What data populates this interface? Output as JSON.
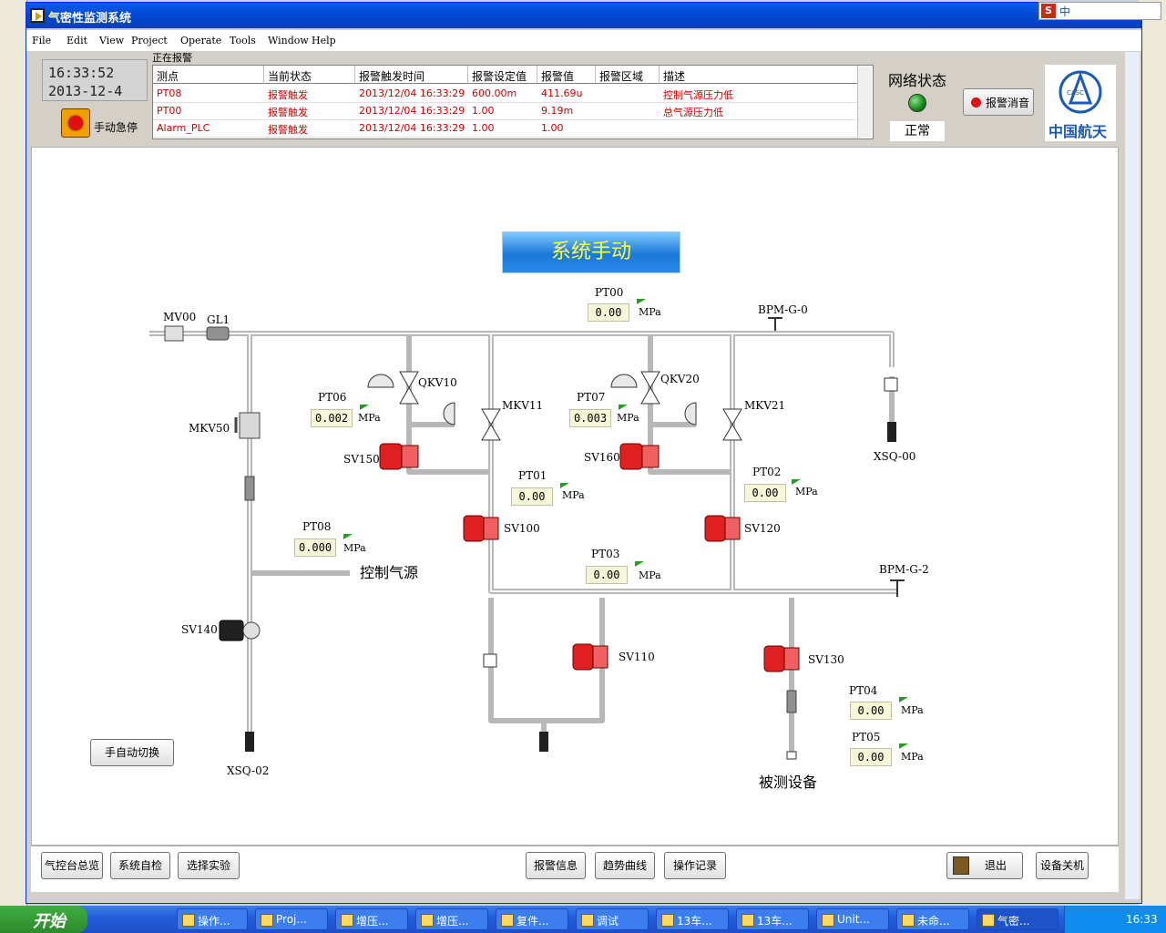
{
  "window": {
    "title": "气密性监测系统"
  },
  "ime": {
    "lang": "中",
    "s_label": "S"
  },
  "menu": [
    "File",
    "Edit",
    "View",
    "Project",
    "Operate",
    "Tools",
    "Window",
    "Help"
  ],
  "clock": {
    "time": "16:33:52",
    "date": "2013-12-4"
  },
  "estop": {
    "label": "手动急停"
  },
  "alarms": {
    "title": "正在报警",
    "columns": [
      "测点",
      "当前状态",
      "报警触发时间",
      "报警设定值",
      "报警值",
      "报警区域",
      "描述"
    ],
    "rows": [
      [
        "PT08",
        "报警触发",
        "2013/12/04 16:33:29",
        "600.00m",
        "411.69u",
        "",
        "控制气源压力低"
      ],
      [
        "PT00",
        "报警触发",
        "2013/12/04 16:33:29",
        "1.00",
        "9.19m",
        "",
        "总气源压力低"
      ],
      [
        "Alarm_PLC",
        "报警触发",
        "2013/12/04 16:33:29",
        "1.00",
        "1.00",
        "",
        ""
      ]
    ]
  },
  "network": {
    "title": "网络状态",
    "status": "正常",
    "led_color": "#1a9a1a"
  },
  "silence_button": {
    "label": "报警消音"
  },
  "logo": {
    "text": "中国航天",
    "mark": "CASC"
  },
  "diagram": {
    "title": "系统手动",
    "valves": {
      "MV00": "MV00",
      "GL1": "GL1",
      "MKV50": "MKV50",
      "QKV10": "QKV10",
      "QKV20": "QKV20",
      "MKV11": "MKV11",
      "MKV21": "MKV21",
      "SV150": "SV150",
      "SV160": "SV160",
      "SV100": "SV100",
      "SV120": "SV120",
      "SV140": "SV140",
      "SV110": "SV110",
      "SV130": "SV130",
      "BPM0": "BPM-G-0",
      "BPM2": "BPM-G-2",
      "XSQ00": "XSQ-00",
      "XSQ02": "XSQ-02"
    },
    "sensors": [
      {
        "id": "PT00",
        "value": "0.00",
        "unit": "MPa"
      },
      {
        "id": "PT06",
        "value": "0.002",
        "unit": "MPa"
      },
      {
        "id": "PT07",
        "value": "0.003",
        "unit": "MPa"
      },
      {
        "id": "PT01",
        "value": "0.00",
        "unit": "MPa"
      },
      {
        "id": "PT02",
        "value": "0.00",
        "unit": "MPa"
      },
      {
        "id": "PT08",
        "value": "0.000",
        "unit": "MPa"
      },
      {
        "id": "PT03",
        "value": "0.00",
        "unit": "MPa"
      },
      {
        "id": "PT04",
        "value": "0.00",
        "unit": "MPa"
      },
      {
        "id": "PT05",
        "value": "0.00",
        "unit": "MPa"
      }
    ],
    "control_source_label": "控制气源",
    "device_under_test_label": "被测设备"
  },
  "buttons": {
    "manual_auto": "手自动切换",
    "overview": "气控台总览",
    "self_check": "系统自检",
    "select_test": "选择实验",
    "alarm_info": "报警信息",
    "trend": "趋势曲线",
    "op_log": "操作记录",
    "exit": "退出",
    "shutdown": "设备关机"
  },
  "taskbar": {
    "start": "开始",
    "tasks": [
      "操作...",
      "Proj...",
      "增压...",
      "增压...",
      "复件...",
      "调试",
      "13车...",
      "13车...",
      "Unit...",
      "未命...",
      "气密..."
    ],
    "clock": "16:33"
  }
}
